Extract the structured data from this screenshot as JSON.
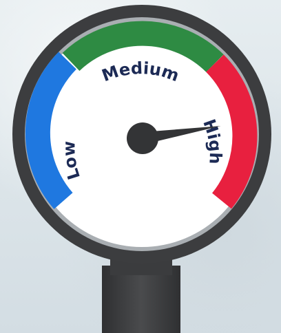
{
  "gauge": {
    "labels": {
      "low": "Low",
      "medium": "Medium",
      "high": "High"
    },
    "zones": [
      {
        "name": "low",
        "color": "#1f78e0"
      },
      {
        "name": "medium",
        "color": "#2e8b43"
      },
      {
        "name": "high",
        "color": "#e8203f"
      }
    ],
    "needle_level": 0.8,
    "colors": {
      "bezel": "#3c3d3f",
      "face": "#ffffff",
      "hub": "#333436",
      "stem": "#414244",
      "label_text": "#1c2a55"
    }
  }
}
